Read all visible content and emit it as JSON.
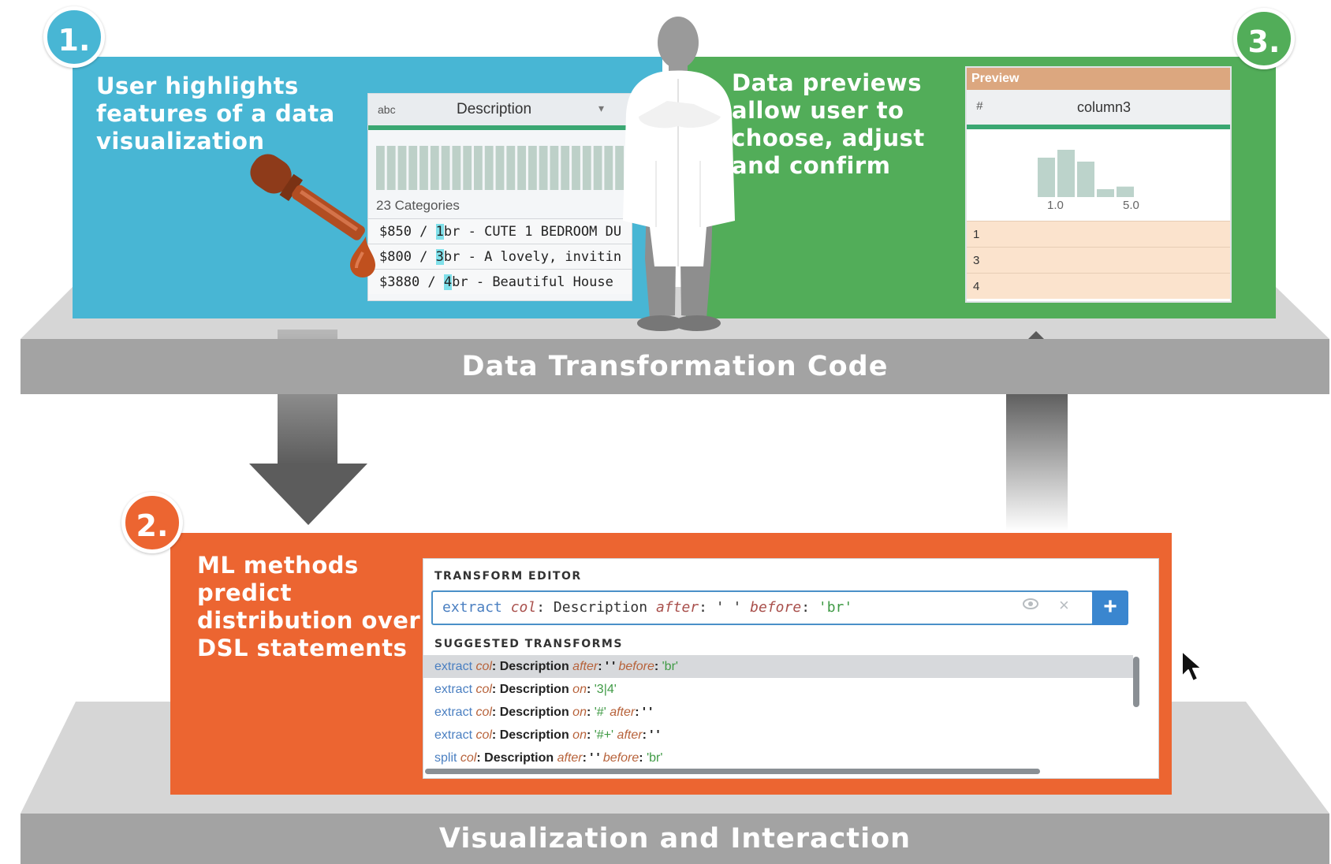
{
  "layers": {
    "top": "Data Transformation Code",
    "bottom": "Visualization and Interaction"
  },
  "steps": [
    {
      "number": "1.",
      "lines": [
        "User highlights",
        "features of a data",
        "visualization"
      ],
      "color": "#48b6d4"
    },
    {
      "number": "2.",
      "lines": [
        "ML methods",
        "predict",
        "distribution over",
        "DSL statements"
      ],
      "color": "#ec6531"
    },
    {
      "number": "3.",
      "lines": [
        "Data previews",
        "allow user to",
        "choose, adjust",
        "and confirm"
      ],
      "color": "#52ad59"
    }
  ],
  "description_card": {
    "type_label": "abc",
    "title": "Description",
    "categories": "23 Categories",
    "rows": [
      {
        "pre": "$850 / ",
        "hl": "1",
        "post": "br - CUTE 1 BEDROOM DU"
      },
      {
        "pre": "$800 / ",
        "hl": "3",
        "post": "br - A lovely, invitin"
      },
      {
        "pre": "$3880 / ",
        "hl": "4",
        "post": "br - Beautiful House"
      }
    ]
  },
  "preview_card": {
    "header": "Preview",
    "type_label": "#",
    "column": "column3",
    "ticks": [
      "1.0",
      "5.0"
    ],
    "bar_values": [
      3,
      3.6,
      2.7,
      0.6,
      0.8
    ],
    "rows": [
      "1",
      "3",
      "4"
    ]
  },
  "editor": {
    "title": "TRANSFORM EDITOR",
    "input": [
      {
        "t": "extract ",
        "c": "code-op"
      },
      {
        "t": "col",
        "c": "code-arg"
      },
      {
        "t": ": Description ",
        "c": "code-col"
      },
      {
        "t": "after",
        "c": "code-arg"
      },
      {
        "t": ": ' ' ",
        "c": "code-col"
      },
      {
        "t": "before",
        "c": "code-arg"
      },
      {
        "t": ": ",
        "c": "code-col"
      },
      {
        "t": "'br'",
        "c": "code-str"
      }
    ],
    "add_label": "+",
    "clear_label": "×",
    "suggestions_title": "SUGGESTED TRANSFORMS",
    "suggestions": [
      [
        {
          "t": "extract ",
          "c": "k-op"
        },
        {
          "t": "col",
          "c": "k-arg"
        },
        {
          "t": ": ",
          "c": "k-col"
        },
        {
          "t": "Description ",
          "c": "k-col"
        },
        {
          "t": "after",
          "c": "k-arg"
        },
        {
          "t": ": ' ' ",
          "c": "k-col"
        },
        {
          "t": "before",
          "c": "k-arg"
        },
        {
          "t": ": ",
          "c": "k-col"
        },
        {
          "t": "'br'",
          "c": "k-str"
        }
      ],
      [
        {
          "t": "extract ",
          "c": "k-op"
        },
        {
          "t": "col",
          "c": "k-arg"
        },
        {
          "t": ": ",
          "c": "k-col"
        },
        {
          "t": "Description ",
          "c": "k-col"
        },
        {
          "t": "on",
          "c": "k-arg"
        },
        {
          "t": ": ",
          "c": "k-col"
        },
        {
          "t": "'3|4'",
          "c": "k-str"
        }
      ],
      [
        {
          "t": "extract ",
          "c": "k-op"
        },
        {
          "t": "col",
          "c": "k-arg"
        },
        {
          "t": ": ",
          "c": "k-col"
        },
        {
          "t": "Description ",
          "c": "k-col"
        },
        {
          "t": "on",
          "c": "k-arg"
        },
        {
          "t": ": ",
          "c": "k-col"
        },
        {
          "t": "'#' ",
          "c": "k-str"
        },
        {
          "t": "after",
          "c": "k-arg"
        },
        {
          "t": ": ' '",
          "c": "k-col"
        }
      ],
      [
        {
          "t": "extract ",
          "c": "k-op"
        },
        {
          "t": "col",
          "c": "k-arg"
        },
        {
          "t": ": ",
          "c": "k-col"
        },
        {
          "t": "Description ",
          "c": "k-col"
        },
        {
          "t": "on",
          "c": "k-arg"
        },
        {
          "t": ": ",
          "c": "k-col"
        },
        {
          "t": "'#+' ",
          "c": "k-str"
        },
        {
          "t": "after",
          "c": "k-arg"
        },
        {
          "t": ": ' '",
          "c": "k-col"
        }
      ],
      [
        {
          "t": "split ",
          "c": "k-op"
        },
        {
          "t": "col",
          "c": "k-arg"
        },
        {
          "t": ": ",
          "c": "k-col"
        },
        {
          "t": "Description ",
          "c": "k-col"
        },
        {
          "t": "after",
          "c": "k-arg"
        },
        {
          "t": ": ' ' ",
          "c": "k-col"
        },
        {
          "t": "before",
          "c": "k-arg"
        },
        {
          "t": ": ",
          "c": "k-col"
        },
        {
          "t": "'br'",
          "c": "k-str"
        }
      ]
    ]
  },
  "icons": [
    "eyedropper-icon",
    "person-silhouette-icon",
    "eye-icon",
    "close-icon",
    "plus-icon",
    "mouse-cursor-icon"
  ]
}
